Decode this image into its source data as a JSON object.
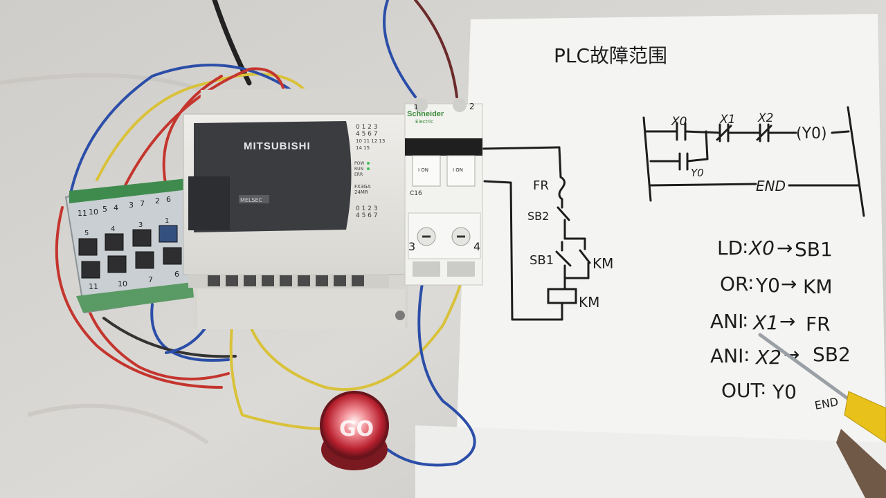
{
  "paper": {
    "title": "PLC故障范围",
    "ladder": {
      "contacts": [
        "X0",
        "X1",
        "X2",
        "Y0"
      ],
      "coil": "(Y0)",
      "end": "END"
    },
    "circuit": {
      "labels": [
        "FR",
        "SB2",
        "SB1",
        "KM",
        "KM"
      ]
    },
    "mapping": [
      {
        "op": "LD",
        "sep": ":",
        "addr": "X0",
        "arrow": "→",
        "device": "SB1"
      },
      {
        "op": "OR",
        "sep": ":",
        "addr": "Y0",
        "arrow": "→",
        "device": "KM"
      },
      {
        "op": "ANI",
        "sep": ":",
        "addr": "X1",
        "arrow": "→",
        "device": "FR"
      },
      {
        "op": "ANI",
        "sep": ":",
        "addr": "X2",
        "arrow": "→",
        "device": "SB2"
      },
      {
        "op": "OUT",
        "sep": ":",
        "addr": "Y0",
        "arrow": "",
        "device": ""
      }
    ],
    "corner_note": "END"
  },
  "plc": {
    "brand": "MITSUBISHI",
    "model_badge": "MELSEC",
    "io_rows": [
      "0 1 2 3",
      "4 5 6 7",
      "10 11 12 13",
      "14 15"
    ],
    "io_rows_bottom": [
      "0 1 2 3",
      "4 5 6 7"
    ],
    "status_leds": [
      "POW",
      "RUN",
      "ERR"
    ],
    "model": "FX3GA",
    "model_sub": "24MR"
  },
  "breaker": {
    "brand": "Schneider",
    "brand_sub": "Electric",
    "rating": "C16",
    "on_label": "I ON",
    "terminals_top": [
      "1",
      "2"
    ],
    "terminals_bottom": [
      "3",
      "4"
    ]
  },
  "button_panel": {
    "top_numbers": [
      "11",
      "10",
      "5",
      "4",
      "3",
      "7",
      "2",
      "6"
    ],
    "row_numbers": [
      "5",
      "4",
      "3",
      "1"
    ],
    "bottom_numbers": [
      "11",
      "10",
      "7",
      "6"
    ]
  },
  "lamp": {
    "label": "GO"
  },
  "colors": {
    "paper": "#f4f4f2",
    "cloth": "#d9d7d3",
    "plc_body": "#e9e8e4",
    "plc_panel": "#3a3c40",
    "wire_blue": "#2b4ea8",
    "wire_yellow": "#d9c23a",
    "wire_red": "#c4352e",
    "lamp_red": "#c22a35",
    "screwdriver": "#e8c21a"
  }
}
